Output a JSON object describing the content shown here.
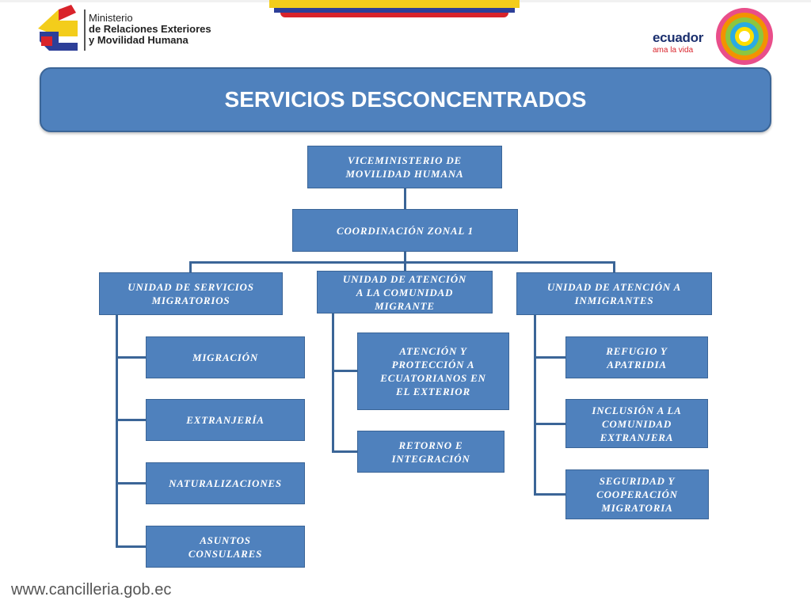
{
  "header": {
    "ministry_line1": "Ministerio",
    "ministry_line2": "de Relaciones Exteriores",
    "ministry_line3": "y Movilidad Humana",
    "country_brand": "ecuador",
    "country_tagline": "ama la vida"
  },
  "title": "SERVICIOS DESCONCENTRADOS",
  "org_chart": {
    "root": "VICEMINISTERIO DE\nMOVILIDAD HUMANA",
    "coordination": "COORDINACIÓN ZONAL 1",
    "units": [
      {
        "label": "UNIDAD DE SERVICIOS\nMIGRATORIOS",
        "children": [
          "MIGRACIÓN",
          "EXTRANJERÍA",
          "NATURALIZACIONES",
          "ASUNTOS\nCONSULARES"
        ]
      },
      {
        "label": "UNIDAD DE ATENCIÓN\nA LA COMUNIDAD\nMIGRANTE",
        "children": [
          "ATENCIÓN Y\nPROTECCIÓN A\nECUATORIANOS EN\nEL EXTERIOR",
          "RETORNO E\nINTEGRACIÓN"
        ]
      },
      {
        "label": "UNIDAD DE ATENCIÓN A\nINMIGRANTES",
        "children": [
          "REFUGIO Y\nAPATRIDIA",
          "INCLUSIÓN A LA\nCOMUNIDAD\nEXTRANJERA",
          "SEGURIDAD Y\nCOOPERACIÓN\nMIGRATORIA"
        ]
      }
    ]
  },
  "footer": {
    "url": "www.cancilleria.gob.ec"
  },
  "colors": {
    "box_fill": "#4f81bd",
    "box_border": "#3b6597",
    "flag_yellow": "#f3cd1b",
    "flag_blue": "#2d3f98",
    "flag_red": "#d9232b"
  }
}
